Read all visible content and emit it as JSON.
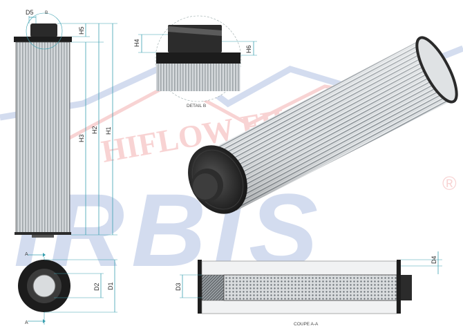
{
  "watermark": {
    "brand": "IRBIS",
    "registered": "®",
    "tagline": "HIFLOW FILTER"
  },
  "dimensions": {
    "d5": "D5",
    "b": "B",
    "h5": "H5",
    "h1": "H1",
    "h2": "H2",
    "h3": "H3",
    "h4": "H4",
    "h6": "H6",
    "d1": "D1",
    "d2": "D2",
    "d3": "D3",
    "d4": "D4"
  },
  "section_marks": {
    "top": "A",
    "bottom": "A"
  },
  "captions": {
    "detail": "DETAIL B",
    "section": "COUPE A-A"
  },
  "colors": {
    "dim_line": "#3aa0b0",
    "cap": "#222222",
    "pleat": "#cfd3d6",
    "watermark_red": "#e23b3b",
    "watermark_blue": "#3c63b8"
  }
}
